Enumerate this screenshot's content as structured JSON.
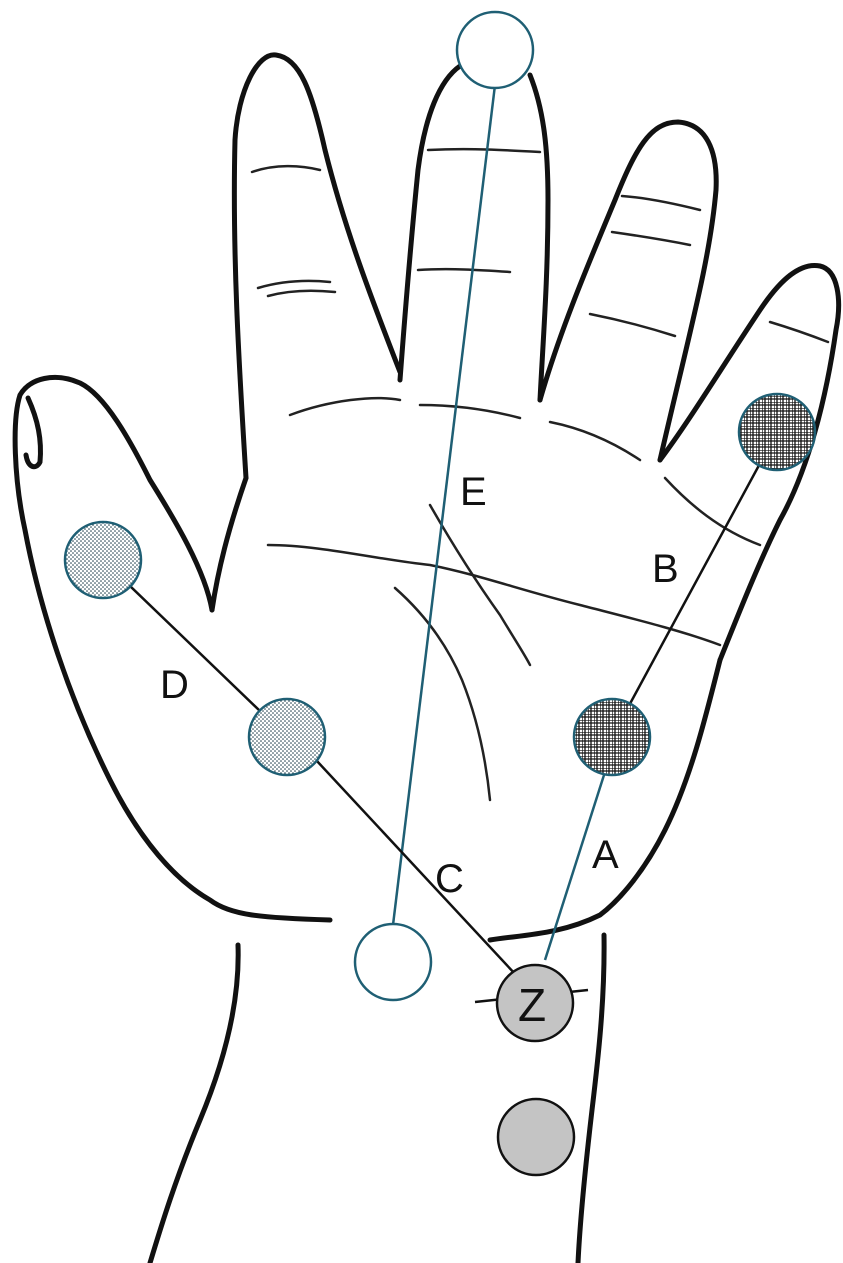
{
  "labels": {
    "a": "A",
    "b": "B",
    "c": "C",
    "d": "D",
    "e": "E",
    "z": "Z"
  },
  "colors": {
    "outline": "#111111",
    "blue_line": "#1f5f74",
    "grey_marker": "#c4c4c4",
    "stipple_dot": "#1a3a48"
  },
  "markers": [
    {
      "id": "fingertip-middle",
      "fill": "white"
    },
    {
      "id": "pinky-base",
      "fill": "crosshatch"
    },
    {
      "id": "palm-ulnar",
      "fill": "crosshatch"
    },
    {
      "id": "thumb-tip",
      "fill": "stipple"
    },
    {
      "id": "thumb-base",
      "fill": "stipple"
    },
    {
      "id": "wrist-center",
      "fill": "white"
    },
    {
      "id": "wrist-z",
      "fill": "grey"
    },
    {
      "id": "forearm",
      "fill": "grey"
    }
  ]
}
